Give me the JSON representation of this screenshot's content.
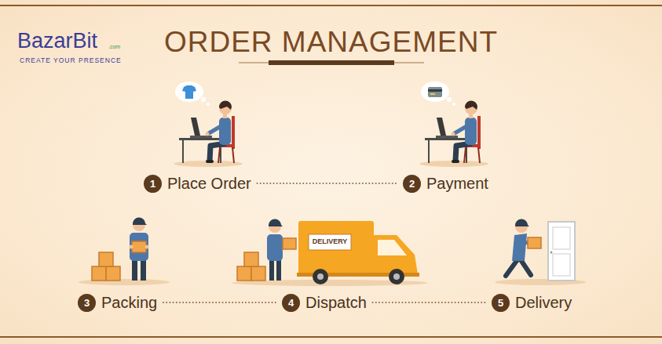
{
  "diagram": {
    "title": "ORDER MANAGEMENT",
    "nodes": [
      {
        "text": [
          "1",
          "Place Order"
        ]
      },
      {
        "text": [
          "2",
          "Payment"
        ]
      },
      {
        "text": [
          "3",
          "Packing"
        ]
      },
      {
        "text": [
          "4",
          "Dispatch"
        ]
      },
      {
        "text": [
          "5",
          "Delivery"
        ]
      }
    ],
    "edges": [
      {
        "from": 0,
        "to": 1,
        "arrow": "none"
      },
      {
        "from": 2,
        "to": 3,
        "arrow": "none"
      },
      {
        "from": 3,
        "to": 4,
        "arrow": "none"
      }
    ],
    "labels": [
      "BazarBit",
      ".com",
      "CREATE YOUR PRESENCE",
      "DELIVERY"
    ]
  }
}
